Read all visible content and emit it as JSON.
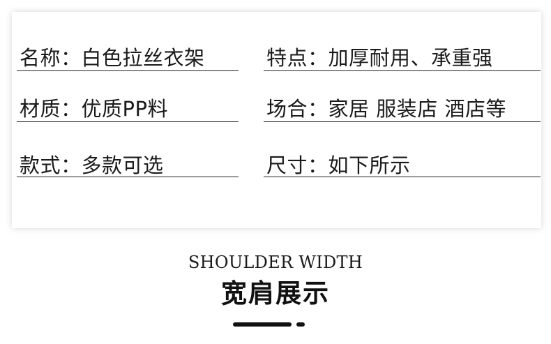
{
  "specs": {
    "left": [
      {
        "label": "名称：",
        "value": "白色拉丝衣架"
      },
      {
        "label": "材质：",
        "value": "优质PP料"
      },
      {
        "label": "款式：",
        "value": "多款可选"
      }
    ],
    "right": [
      {
        "label": "特点：",
        "value": "加厚耐用、承重强"
      },
      {
        "label": "场合：",
        "value": "家居 服装店 酒店等"
      },
      {
        "label": "尺寸：",
        "value": "如下所示"
      }
    ]
  },
  "section": {
    "subtitle_en": "SHOULDER WIDTH",
    "title_cn": "宽肩展示"
  },
  "colors": {
    "text": "#1a1a1a",
    "line": "#222222",
    "accent": "#111111"
  }
}
